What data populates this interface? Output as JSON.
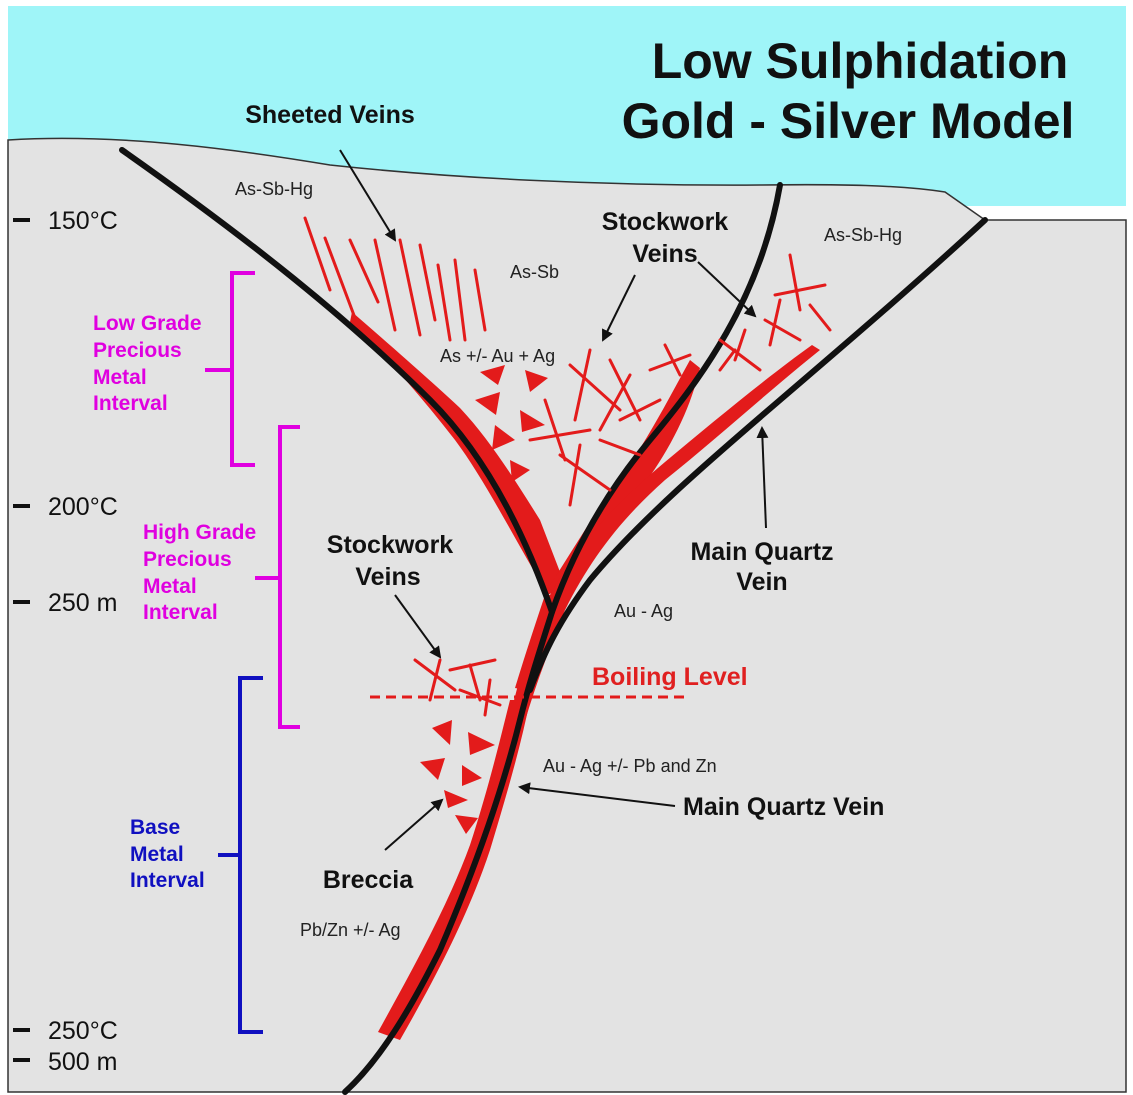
{
  "title": {
    "line1": "Low Sulphidation",
    "line2": "Gold - Silver Model"
  },
  "scale_labels": {
    "t150": "150°C",
    "t200": "200°C",
    "d250": "250 m",
    "t250": "250°C",
    "d500": "500 m"
  },
  "intervals": {
    "low_grade": [
      "Low Grade",
      "Precious",
      "Metal",
      "Interval"
    ],
    "high_grade": [
      "High Grade",
      "Precious",
      "Metal",
      "Interval"
    ],
    "base_metal": [
      "Base",
      "Metal",
      "Interval"
    ]
  },
  "labels": {
    "sheeted_veins": "Sheeted Veins",
    "stockwork_upper": [
      "Stockwork",
      "Veins"
    ],
    "stockwork_lower": [
      "Stockwork",
      "Veins"
    ],
    "main_quartz_upper": [
      "Main Quartz",
      "Vein"
    ],
    "main_quartz_lower": "Main Quartz Vein",
    "boiling_level": "Boiling Level",
    "breccia": "Breccia"
  },
  "chemistry": {
    "as_sb_hg_left": "As-Sb-Hg",
    "as_sb_hg_right": "As-Sb-Hg",
    "as_sb": "As-Sb",
    "as_au_ag": "As +/- Au + Ag",
    "au_ag": "Au - Ag",
    "au_ag_pb_zn": "Au - Ag +/- Pb and Zn",
    "pb_zn_ag": "Pb/Zn +/- Ag"
  },
  "colors": {
    "sky": "#9ff5f8",
    "ground": "#e3e3e3",
    "vein_red": "#e31b1b",
    "fault_black": "#111111",
    "pink_interval": "#e000e0",
    "blue_interval": "#1010c0"
  }
}
